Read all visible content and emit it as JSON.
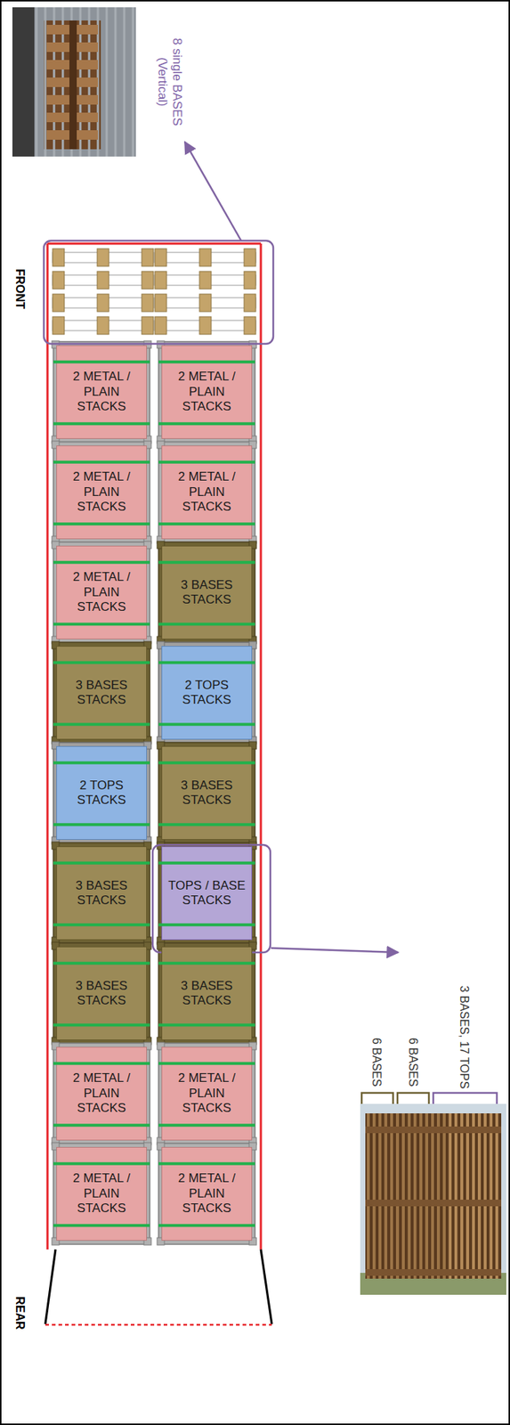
{
  "diagram": {
    "nodes": [
      {
        "text": [
          "2 METAL / PLAIN STACKS"
        ]
      },
      {
        "text": [
          "2 METAL / PLAIN STACKS"
        ]
      },
      {
        "text": [
          "2 METAL / PLAIN STACKS"
        ]
      },
      {
        "text": [
          "2 METAL / PLAIN STACKS"
        ]
      },
      {
        "text": [
          "2 METAL / PLAIN STACKS"
        ]
      },
      {
        "text": [
          "3 BASES STACKS"
        ]
      },
      {
        "text": [
          "3 BASES STACKS"
        ]
      },
      {
        "text": [
          "2 TOPS STACKS"
        ]
      },
      {
        "text": [
          "2 TOPS STACKS"
        ]
      },
      {
        "text": [
          "3 BASES STACKS"
        ]
      },
      {
        "text": [
          "3 BASES STACKS"
        ]
      },
      {
        "text": [
          "TOPS / BASE STACKS"
        ]
      },
      {
        "text": [
          "3 BASES STACKS"
        ]
      },
      {
        "text": [
          "3 BASES STACKS"
        ]
      },
      {
        "text": [
          "2 METAL / PLAIN STACKS"
        ]
      },
      {
        "text": [
          "2 METAL / PLAIN STACKS"
        ]
      },
      {
        "text": [
          "2 METAL / PLAIN STACKS"
        ]
      },
      {
        "text": [
          "2 METAL / PLAIN STACKS"
        ]
      }
    ],
    "labels": [
      "8 single BASES (Vertical)",
      "FRONT",
      "3 BASES, 17 TOPS",
      "6 BASES",
      "6 BASES",
      "REAR"
    ]
  }
}
